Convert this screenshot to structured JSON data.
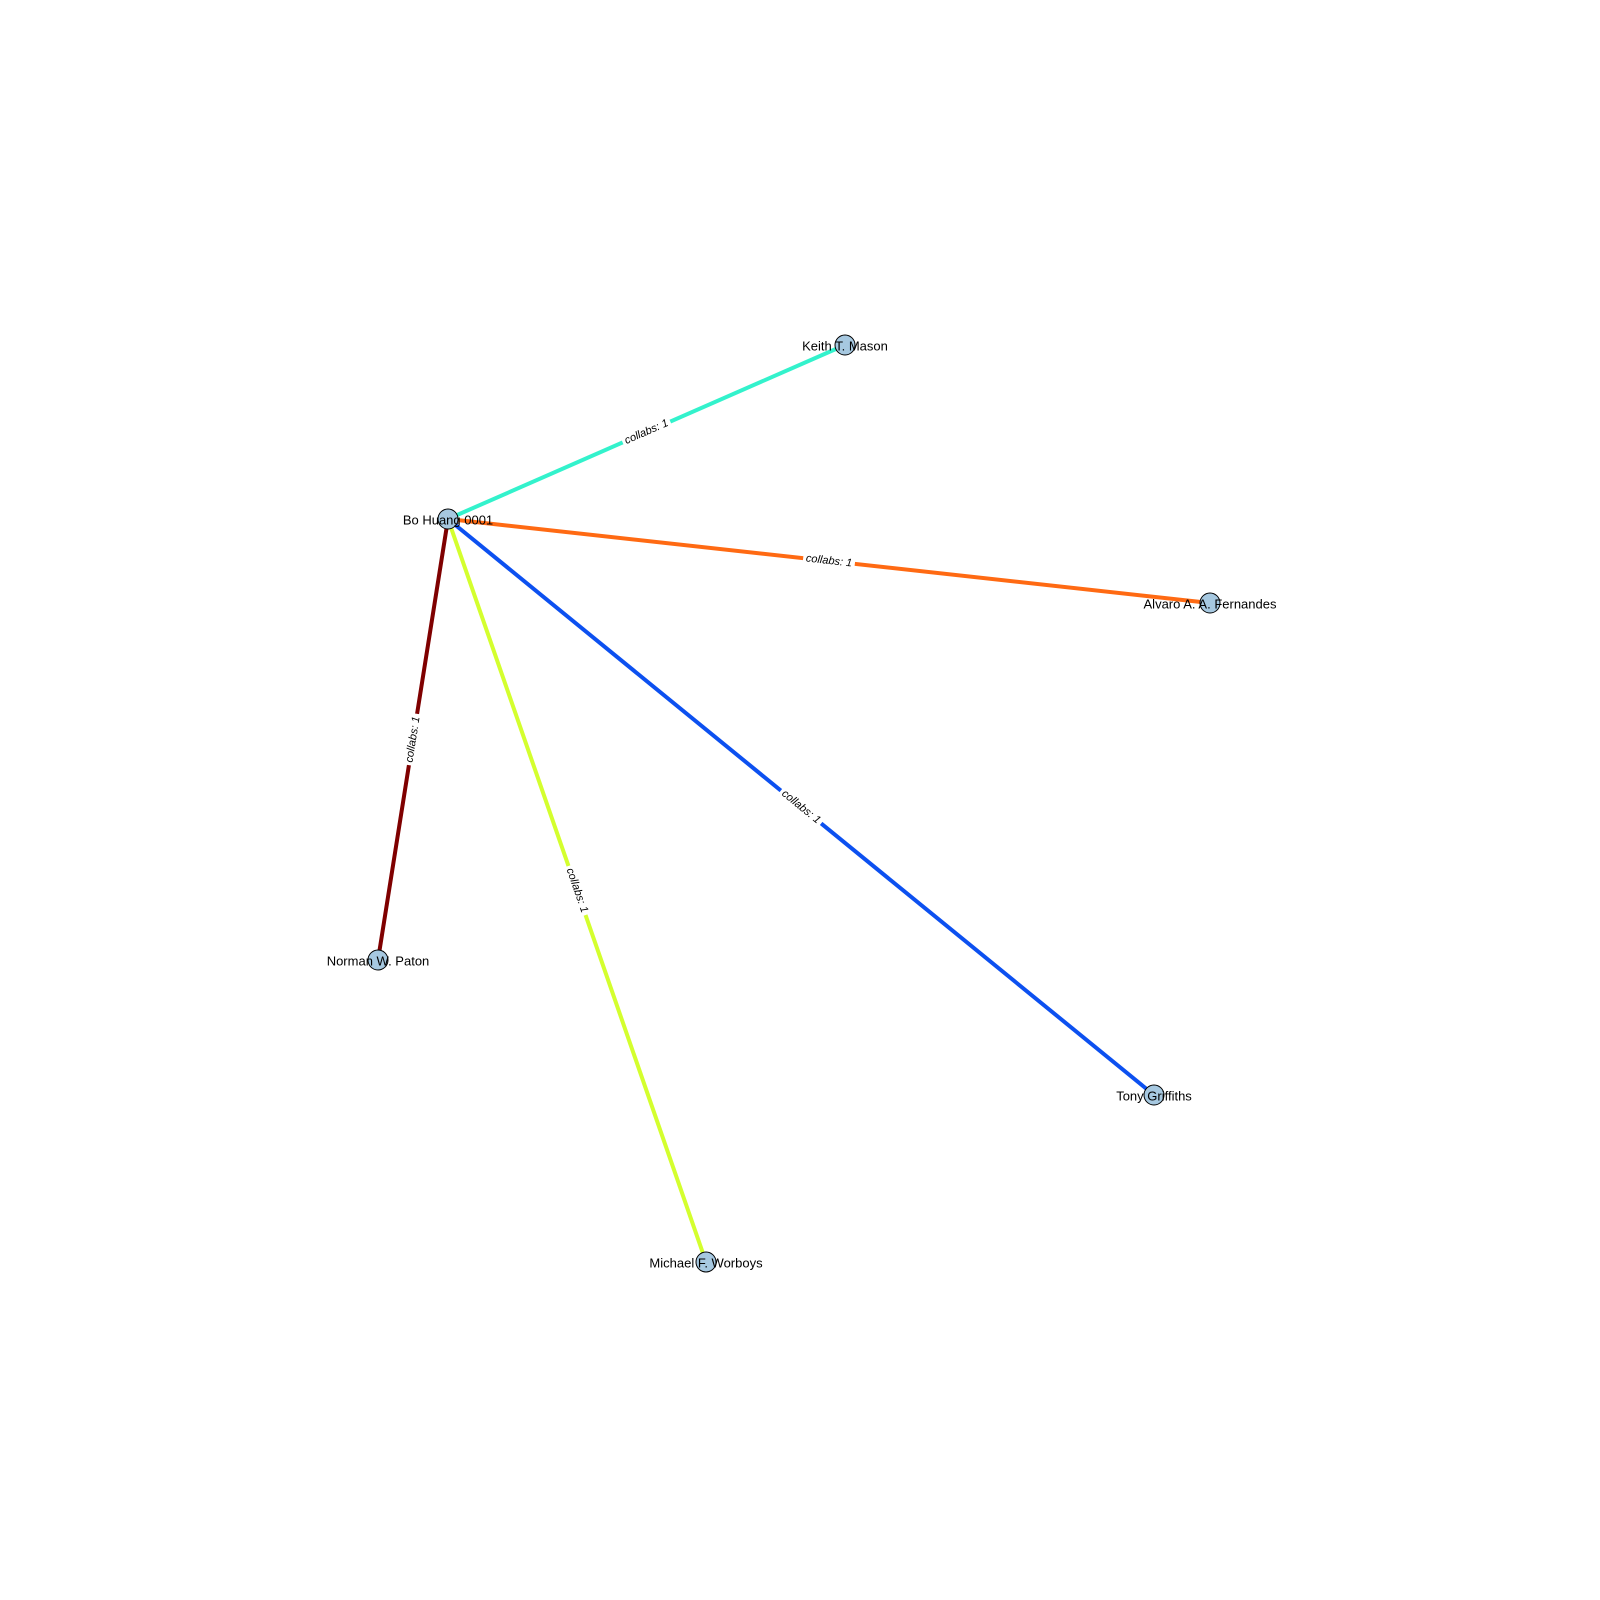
{
  "graph": {
    "nodes": [
      {
        "id": "bo",
        "label": "Bo Huang 0001"
      },
      {
        "id": "keith",
        "label": "Keith T. Mason"
      },
      {
        "id": "alvaro",
        "label": "Alvaro A. A. Fernandes"
      },
      {
        "id": "norman",
        "label": "Norman W. Paton"
      },
      {
        "id": "michael",
        "label": "Michael F. Worboys"
      },
      {
        "id": "tony",
        "label": "Tony Griffiths"
      }
    ],
    "edges": [
      {
        "source": "bo",
        "target": "keith",
        "label": "collabs: 1",
        "color": "#33f2cc"
      },
      {
        "source": "bo",
        "target": "alvaro",
        "label": "collabs: 1",
        "color": "#ff6a13"
      },
      {
        "source": "bo",
        "target": "norman",
        "label": "collabs: 1",
        "color": "#7f0000"
      },
      {
        "source": "bo",
        "target": "michael",
        "label": "collabs: 1",
        "color": "#d4ff2e"
      },
      {
        "source": "bo",
        "target": "tony",
        "label": "collabs: 1",
        "color": "#0c50f0"
      }
    ],
    "node_fill": "#a6c8e0",
    "node_stroke": "#000000"
  }
}
